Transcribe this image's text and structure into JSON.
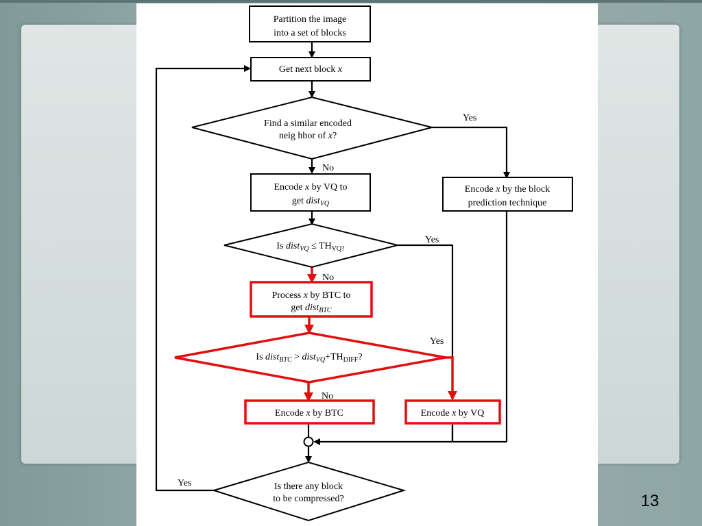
{
  "slide": {
    "page_number": "13"
  },
  "flowchart": {
    "nodes": {
      "partition": {
        "line1": "Partition the image",
        "line2": "into a set of blocks"
      },
      "get_next": {
        "text": "Get next block",
        "var": "x"
      },
      "find_similar": {
        "line1": "Find a similar encoded",
        "line2_a": "neig hbor of ",
        "line2_var": "x",
        "line2_b": "?"
      },
      "encode_vq_dist": {
        "line1_a": "Encode ",
        "line1_var": "x",
        "line1_b": " by VQ to",
        "line2_a": "get ",
        "line2_var": "dist",
        "line2_sub": "VQ"
      },
      "encode_prediction": {
        "line1_a": "Encode ",
        "line1_var": "x",
        "line1_b": " by the block",
        "line2": "prediction technique"
      },
      "is_dist_vq": {
        "a": "Is ",
        "var": "dist",
        "sub": "VQ",
        "op": " ≤ ",
        "b": "TH",
        "sub2": "VQ?"
      },
      "process_btc": {
        "line1_a": "Process ",
        "line1_var": "x",
        "line1_b": " by BTC to",
        "line2_a": "get ",
        "line2_var": "dist",
        "line2_sub": "BTC"
      },
      "is_dist_btc": {
        "a": "Is ",
        "var1": "dist",
        "sub1": "BTC",
        "op": " > ",
        "var2": "dist",
        "sub2": "VQ",
        "plus": "+TH",
        "sub3": "DIFF",
        "q": "?"
      },
      "encode_btc": {
        "a": "Encode ",
        "var": "x",
        "b": " by BTC"
      },
      "encode_vq": {
        "a": "Encode ",
        "var": "x",
        "b": " by VQ"
      },
      "any_block": {
        "line1": "Is there any block",
        "line2": "to be compressed?"
      }
    },
    "edge_labels": {
      "find_yes": "Yes",
      "find_no": "No",
      "vq_yes": "Yes",
      "vq_no": "No",
      "btc_yes": "Yes",
      "btc_no": "No",
      "loop_yes": "Yes"
    },
    "colors": {
      "highlight": "#e01010",
      "line": "#000000"
    }
  }
}
